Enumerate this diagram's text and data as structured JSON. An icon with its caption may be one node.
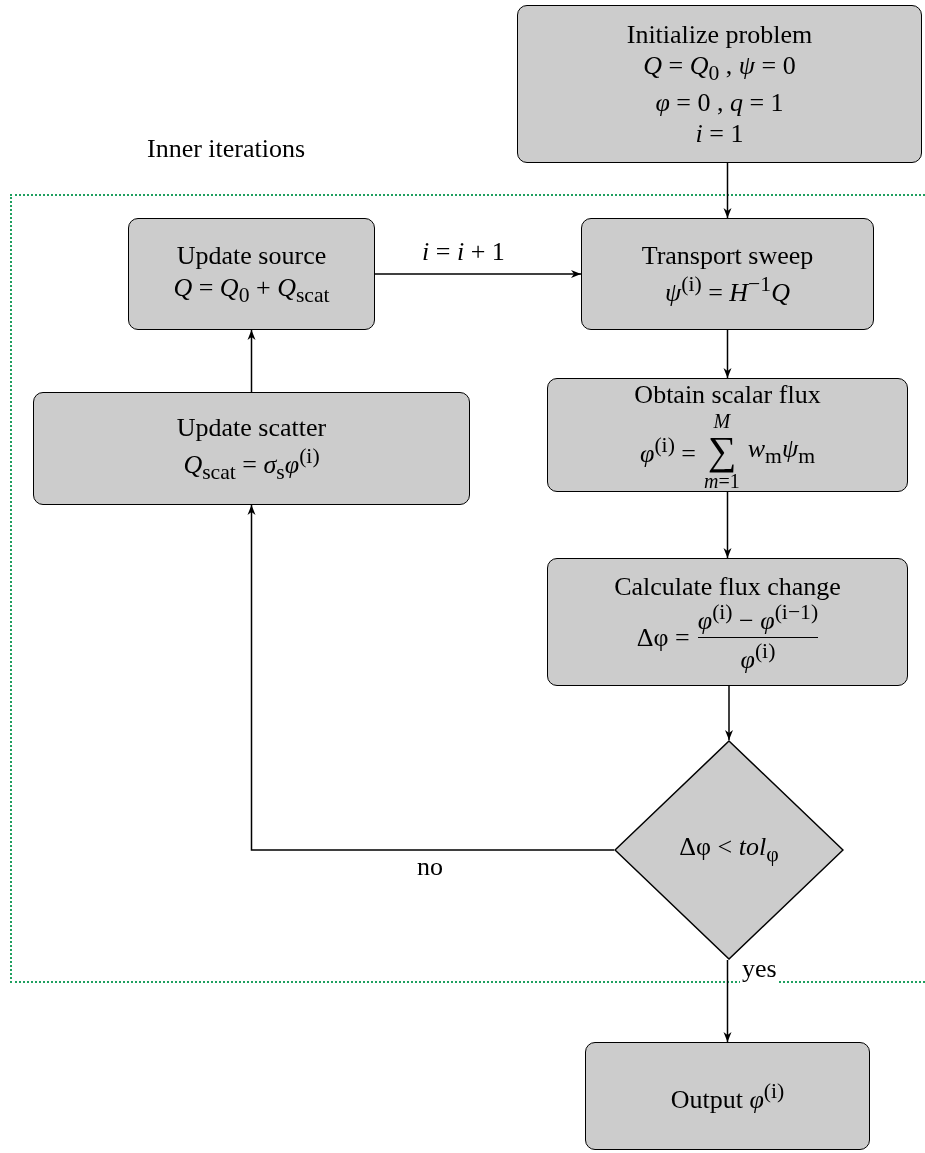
{
  "diagram": {
    "nodes": [
      {
        "text": [
          "Initialize problem",
          "*Q* = *Q*$_{0}$ , *ψ* = 0",
          "*φ* = 0 , *q* = 1",
          "*i* = 1"
        ]
      },
      {
        "text": [
          "Inner iterations"
        ]
      },
      {
        "text": [
          "Update source",
          "*Q* = *Q*$_{0}$ + *Q*$_{scat}$"
        ],
        "in": 1
      },
      {
        "text": [
          "Transport sweep",
          "*ψ*$^{(i)}$ = *H*$^{−1}$*Q*"
        ],
        "in": 1
      },
      {
        "text": [
          "Update scatter",
          "*Q*$_{scat}$ = *σ*$_{s}$*φ*$^{(i)}$"
        ],
        "in": 1
      },
      {
        "text": [
          "Obtain scalar flux",
          "*φ*$^{(i)}$ =",
          "*M*",
          "∑",
          "*m*=1",
          "*w*$_{m}$*ψ*$_{m}$"
        ],
        "in": 1
      },
      {
        "text": [
          "Calculate flux change",
          "Δφ =",
          "*φ*$^{(i)}$ − *φ*$^{(i−1)}$",
          "*φ*$^{(i)}$"
        ],
        "in": 1
      },
      {
        "text": [
          "Δφ < *tol*$_{φ}$"
        ],
        "in": 1
      },
      {
        "text": [
          "Output *φ*$^{(i)}$"
        ]
      }
    ],
    "edges": [
      {
        "from": 0,
        "to": 3,
        "arrow": "to"
      },
      {
        "from": 2,
        "to": 3,
        "arrow": "to",
        "label": "*i* = *i* + 1"
      },
      {
        "from": 3,
        "to": 5,
        "arrow": "to"
      },
      {
        "from": 5,
        "to": 6,
        "arrow": "to"
      },
      {
        "from": 6,
        "to": 7,
        "arrow": "to"
      },
      {
        "from": 7,
        "to": 4,
        "arrow": "to",
        "label": "no"
      },
      {
        "from": 4,
        "to": 2,
        "arrow": "to"
      },
      {
        "from": 7,
        "to": 8,
        "arrow": "to",
        "label": "yes"
      }
    ]
  }
}
